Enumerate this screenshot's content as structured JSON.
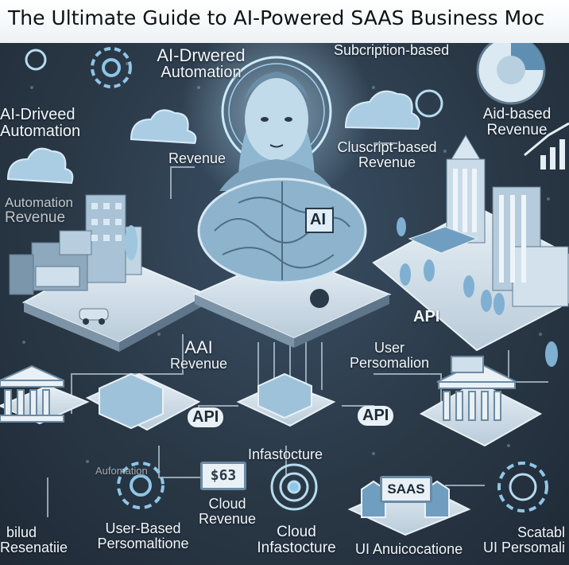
{
  "title": "The Ultimate Guide to AI-Powered SAAS Business Moc",
  "labels": {
    "ai_drwered": "AI-Drwered",
    "automation_top": "Automation",
    "subscription_based": "Subcription-based",
    "ai_driveed": "AI-Driveed",
    "automation_left": "Automation",
    "revenue_mid": "Revenue",
    "cluscript_based": "Cluscript-based",
    "revenue_cluscript": "Revenue",
    "aid_based": "Aid-based",
    "revenue_right": "Revenue",
    "automation_faded": "Automation",
    "revenue_left": "Revenue",
    "api_right": "API",
    "aai": "AAI",
    "revenue_aai": "Revenue",
    "user": "User",
    "personalion": "Persomalion",
    "api_left_badge": "API",
    "api_mid_badge": "API",
    "infastocture_mid": "Infastocture",
    "aufomation_faded": "Aufomation",
    "cloud_right": "Cloud",
    "revenue_cloud": "Revenue",
    "user_based": "User-Based",
    "persomaltione": "Persomaltione",
    "cloud_bottom": "Cloud",
    "infastocture_bottom": "Infastocture",
    "bilud": "bilud",
    "resenatiie": "Resenatiie",
    "ui_anuicocatione": "UI Anuicocatione",
    "scatabl": "Scatabl",
    "ui_persomali": "UI Persomali",
    "saas_sign": "SAAS",
    "ai_chip": "AI",
    "doc_panel": "$63"
  },
  "icons": [
    "gear-icon",
    "cloud-icon",
    "target-icon",
    "ai-brain-icon",
    "building-icon",
    "bank-icon",
    "pie-chart-icon",
    "bar-chart-icon",
    "car-icon",
    "tree-icon",
    "person-icon"
  ],
  "colors": {
    "background": "#2b3a48",
    "accent": "#8fc6e6",
    "line": "#b9cad6",
    "title_bg": "#ffffff"
  }
}
